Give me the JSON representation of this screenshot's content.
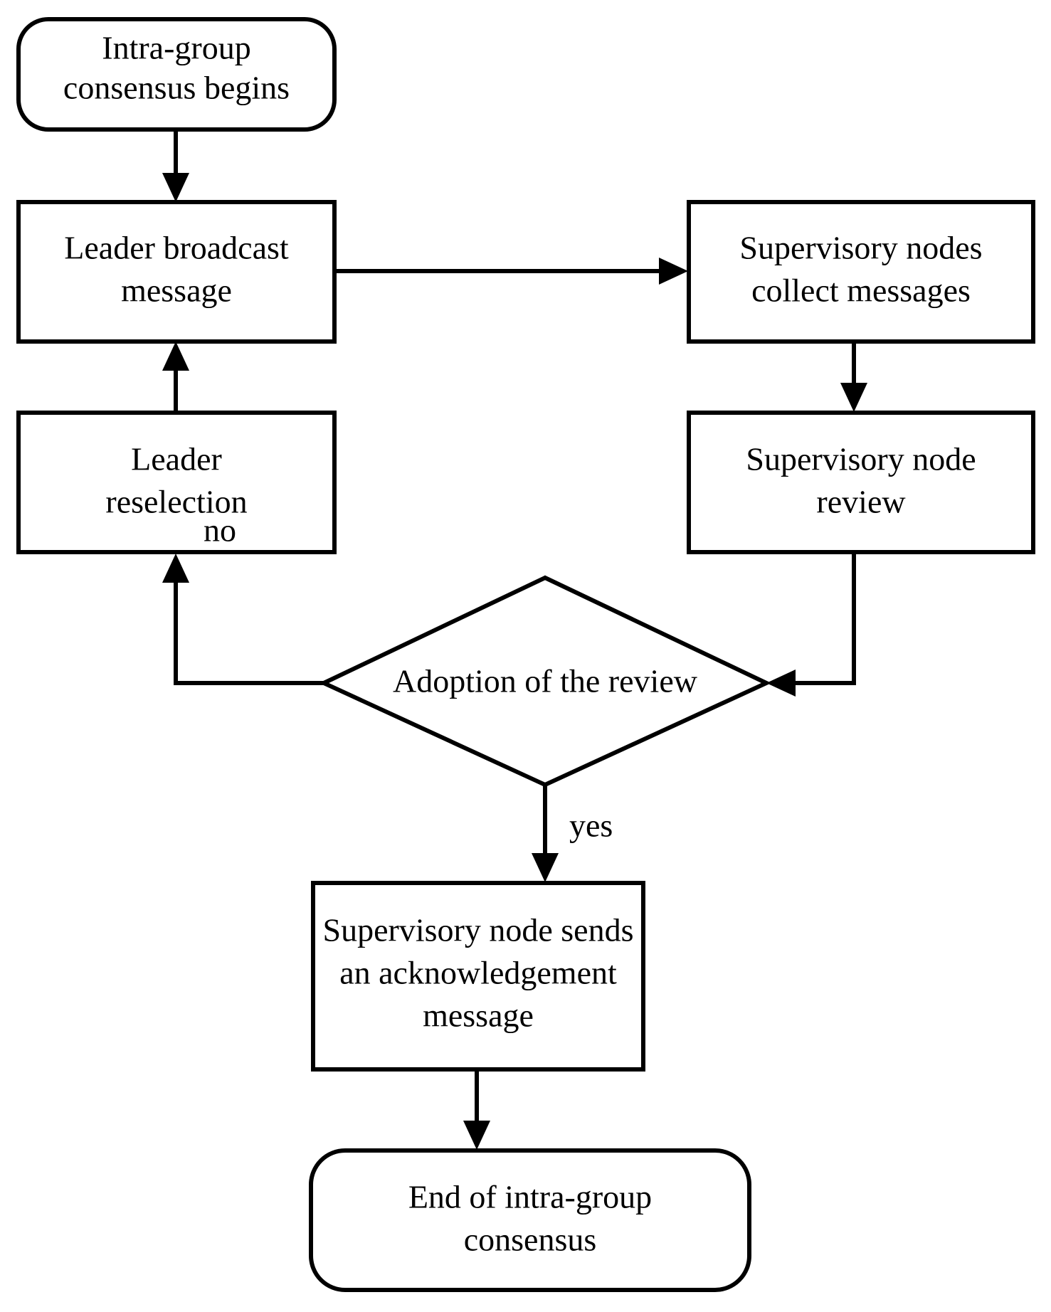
{
  "diagram": {
    "type": "flowchart",
    "title": "Intra-group consensus process flowchart",
    "orientation": "vertical",
    "background_color": "#ffffff",
    "line_color": "#000000",
    "fill_color": "#ffffff",
    "nodes": [
      {
        "id": "start",
        "shape": "rounded-rectangle",
        "role": "terminator",
        "lines": [
          "Intra-group",
          "consensus begins"
        ]
      },
      {
        "id": "leader-broadcast",
        "shape": "rectangle",
        "role": "process",
        "lines": [
          "Leader broadcast",
          "message"
        ]
      },
      {
        "id": "supervisory-collect",
        "shape": "rectangle",
        "role": "process",
        "lines": [
          "Supervisory nodes",
          "collect messages"
        ]
      },
      {
        "id": "leader-reselection",
        "shape": "rectangle",
        "role": "process",
        "lines": [
          "Leader",
          "reselection"
        ]
      },
      {
        "id": "supervisory-review",
        "shape": "rectangle",
        "role": "process",
        "lines": [
          "Supervisory node",
          "review"
        ]
      },
      {
        "id": "adoption-decision",
        "shape": "diamond",
        "role": "decision",
        "lines": [
          "Adoption of the review"
        ]
      },
      {
        "id": "send-ack",
        "shape": "rectangle",
        "role": "process",
        "lines": [
          "Supervisory node sends",
          "an acknowledgement",
          "message"
        ]
      },
      {
        "id": "end",
        "shape": "rounded-rectangle",
        "role": "terminator",
        "lines": [
          "End of intra-group",
          "consensus"
        ]
      }
    ],
    "edges": [
      {
        "id": "start-to-broadcast",
        "from": "start",
        "to": "leader-broadcast",
        "label": ""
      },
      {
        "id": "broadcast-to-collect",
        "from": "leader-broadcast",
        "to": "supervisory-collect",
        "label": ""
      },
      {
        "id": "collect-to-review",
        "from": "supervisory-collect",
        "to": "supervisory-review",
        "label": ""
      },
      {
        "id": "review-to-decision",
        "from": "supervisory-review",
        "to": "adoption-decision",
        "label": ""
      },
      {
        "id": "decision-to-reselection",
        "from": "adoption-decision",
        "to": "leader-reselection",
        "label": "no"
      },
      {
        "id": "reselection-to-broadcast",
        "from": "leader-reselection",
        "to": "leader-broadcast",
        "label": ""
      },
      {
        "id": "decision-to-ack",
        "from": "adoption-decision",
        "to": "send-ack",
        "label": "yes"
      },
      {
        "id": "ack-to-end",
        "from": "send-ack",
        "to": "end",
        "label": ""
      }
    ],
    "edge_labels": {
      "no": "no",
      "yes": "yes"
    }
  }
}
